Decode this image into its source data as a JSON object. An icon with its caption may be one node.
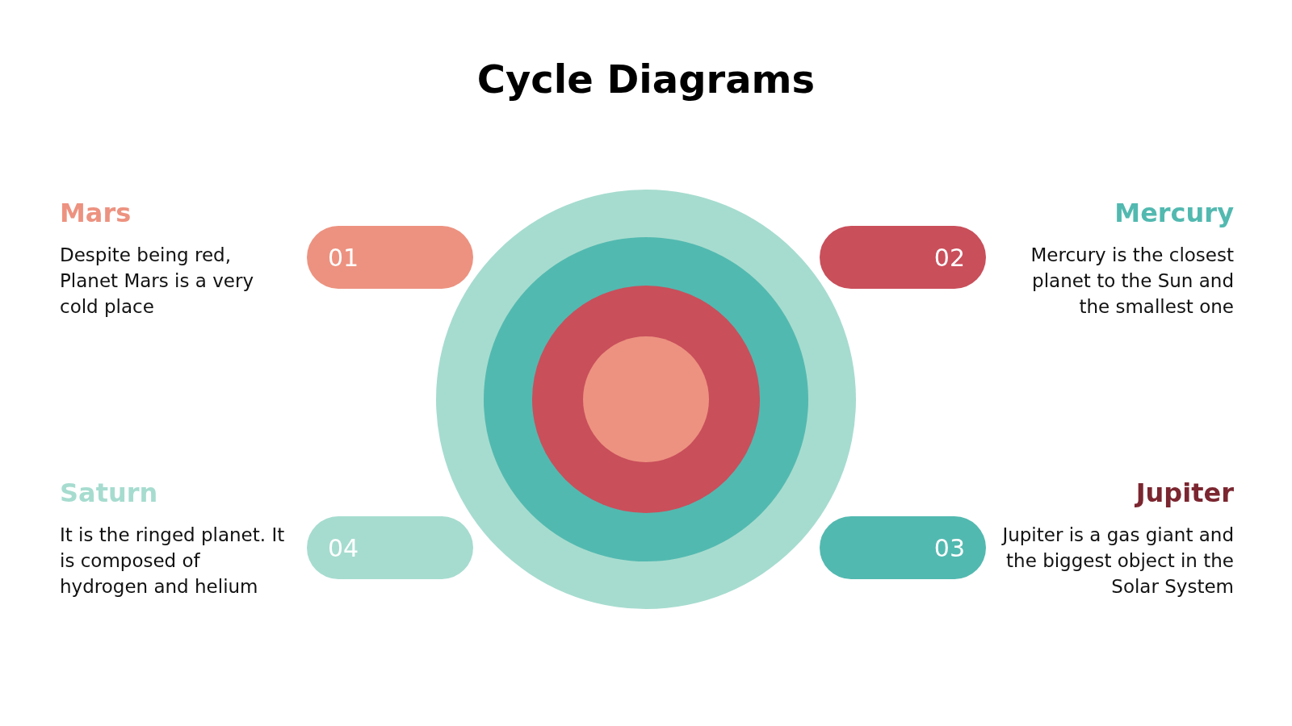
{
  "diagram": {
    "title": "Cycle Diagrams",
    "nodes": [
      {
        "text": [
          "01"
        ],
        "beside": [
          "Mars",
          "Despite being red, Planet Mars is a very cold place"
        ]
      },
      {
        "text": [
          "02"
        ],
        "beside": [
          "Mercury",
          "Mercury is the closest planet to the Sun and the smallest one"
        ]
      },
      {
        "text": [
          "04"
        ],
        "beside": [
          "Saturn",
          "It is the ringed planet. It is composed of hydrogen and helium"
        ]
      },
      {
        "text": [
          "03"
        ],
        "beside": [
          "Jupiter",
          "Jupiter is a gas giant and the biggest object in the Solar System"
        ]
      }
    ],
    "edges": []
  }
}
